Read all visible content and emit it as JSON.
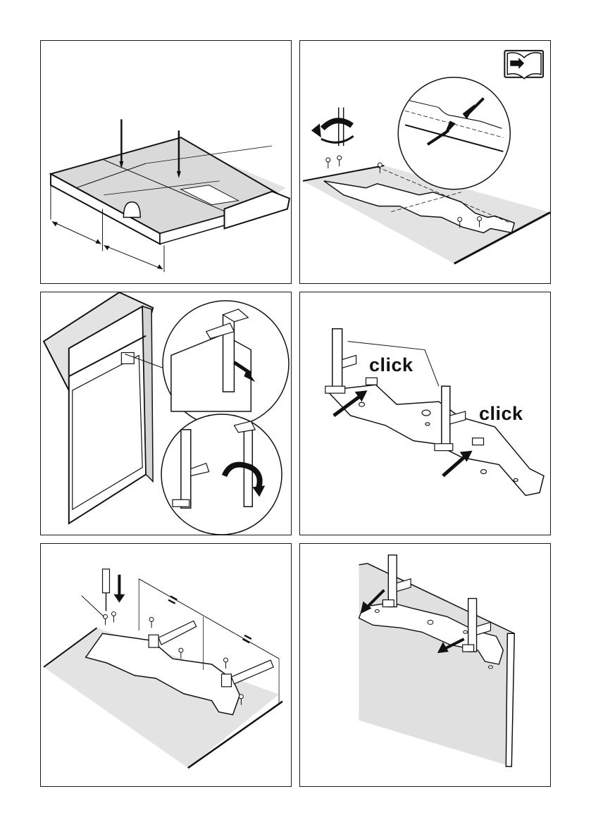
{
  "panels": [
    {
      "id": "p1",
      "name": "measure-worktop-panel"
    },
    {
      "id": "p2",
      "name": "screw-template-panel"
    },
    {
      "id": "p3",
      "name": "attach-fitting-panel"
    },
    {
      "id": "p4",
      "name": "click-brackets-panel"
    },
    {
      "id": "p5",
      "name": "fix-template-panel"
    },
    {
      "id": "p6",
      "name": "mount-on-door-panel"
    }
  ],
  "labels": {
    "click_left": "click",
    "click_right": "click",
    "equal_mark_1": "=",
    "equal_mark_2": "="
  },
  "icons": {
    "manual": "book-arrow-icon",
    "rotate": "rotate-arrow-icon"
  },
  "colors": {
    "line": "#111111",
    "surface_gray": "#e3e3e3",
    "panel_gray": "#d8d8d8"
  }
}
